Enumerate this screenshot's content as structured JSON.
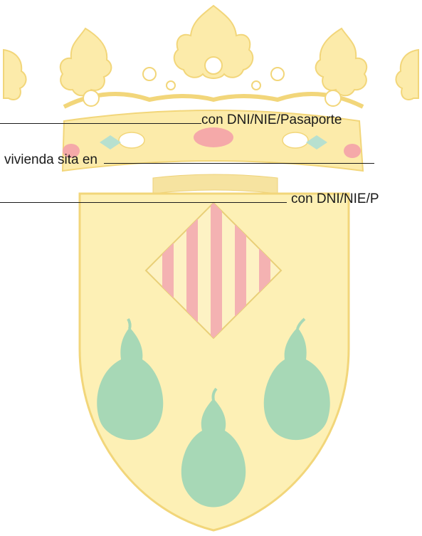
{
  "document": {
    "line1": {
      "text": "con DNI/NIE/Pasaporte"
    },
    "line2": {
      "text": "vivienda sita en"
    },
    "line3": {
      "text": "con DNI/NIE/P"
    }
  },
  "watermark": {
    "icon": "coat-of-arms-watermark",
    "colors": {
      "gold": "#fcebaa",
      "gold_outline": "#f2d67a",
      "red_stripe": "#f4b2b2",
      "green_pear": "#a7d8b6",
      "pearl": "#ffffff",
      "jewel_red": "#f5a9a9",
      "jewel_green": "#b7e0cf"
    }
  }
}
